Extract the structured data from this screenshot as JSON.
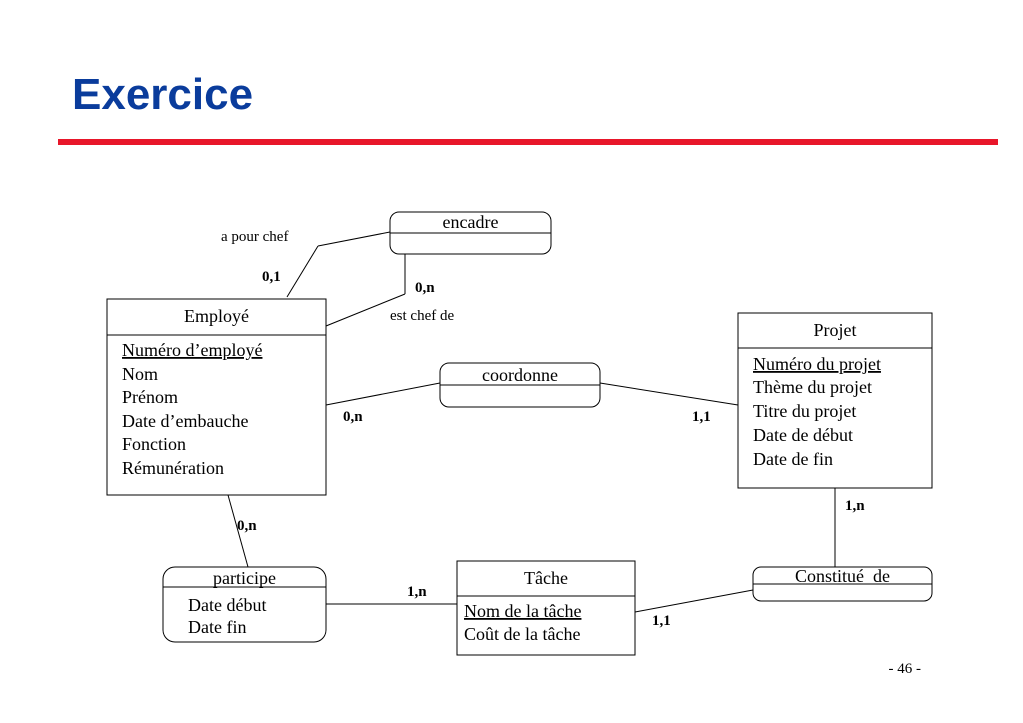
{
  "slide": {
    "title": "Exercice",
    "page_number": "- 46 -",
    "accent_title": "#0a3c9c",
    "accent_bar": "#e8162a"
  },
  "entities": {
    "employe": {
      "name": "Employé",
      "key": "Numéro d’employé",
      "attributes": [
        "Nom",
        "Prénom",
        "Date d’embauche",
        "Fonction",
        "Rémunération"
      ]
    },
    "projet": {
      "name": "Projet",
      "key": "Numéro du projet",
      "attributes": [
        "Thème du projet",
        "Titre du projet",
        "Date de début",
        "Date de fin"
      ]
    },
    "tache": {
      "name": "Tâche",
      "key": "Nom de la tâche",
      "attributes": [
        "Coût de la tâche"
      ]
    }
  },
  "associations": {
    "encadre": {
      "name": "encadre"
    },
    "coordonne": {
      "name": "coordonne"
    },
    "participe": {
      "name": "participe",
      "attributes": [
        "Date début",
        "Date fin"
      ]
    },
    "constitue_de": {
      "name": "Constitué_de"
    }
  },
  "roles": {
    "a_pour_chef": "a pour chef",
    "est_chef_de": "est chef de"
  },
  "cardinalities": {
    "encadre_chef": "0,1",
    "encadre_sub": "0,n",
    "coordonne_employe": "0,n",
    "coordonne_projet": "1,1",
    "participe_employe": "0,n",
    "participe_tache": "1,n",
    "constitue_projet": "1,n",
    "constitue_tache": "1,1"
  }
}
